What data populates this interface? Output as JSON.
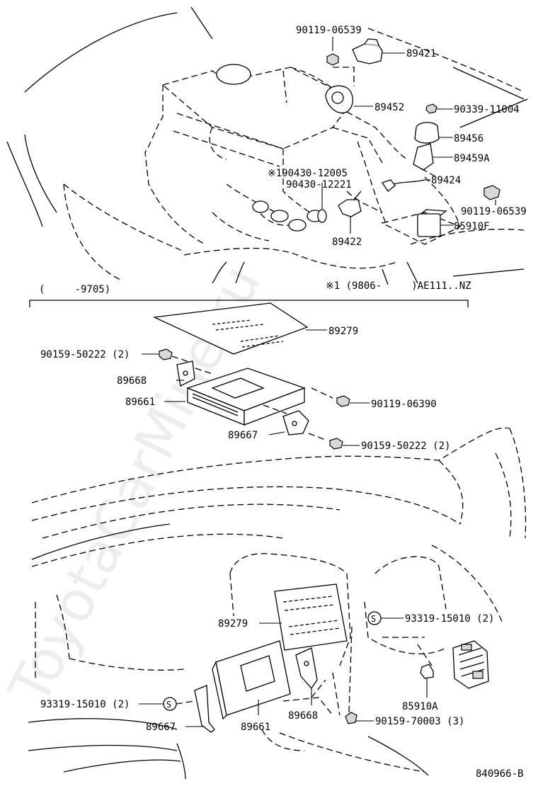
{
  "watermark": "ToyotaCarMine.ru",
  "diagram_id": "840966-B",
  "section_labels": {
    "left_range": "(     -9705)",
    "right_range": "※1 (9806-     )AE111..NZ"
  },
  "engine_bay_callouts": {
    "p90119_06539_top": "90119-06539",
    "p89421": "89421",
    "p89452": "89452",
    "p90339_11004": "90339-11004",
    "p89456": "89456",
    "p89459A": "89459A",
    "p90430_12005": "※190430-12005",
    "p90430_12221": "90430-12221",
    "p89424": "89424",
    "p90119_06539_bottom": "90119-06539",
    "p85910F": "85910F",
    "p89422": "89422"
  },
  "ecu_callouts": {
    "p89279": "89279",
    "p90159_50222_top": "90159-50222 (2)",
    "p89668": "89668",
    "p89661": "89661",
    "p90119_06390": "90119-06390",
    "p89667": "89667",
    "p90159_50222_bottom": "90159-50222 (2)"
  },
  "dash_callouts": {
    "p89279": "89279",
    "p93319_15010_right": "93319-15010 (2)",
    "s_symbol": "S",
    "p93319_15010_left": "93319-15010 (2)",
    "p85910A": "85910A",
    "p89667": "89667",
    "p89661": "89661",
    "p89668": "89668",
    "p90159_70003": "90159-70003 (3)"
  }
}
